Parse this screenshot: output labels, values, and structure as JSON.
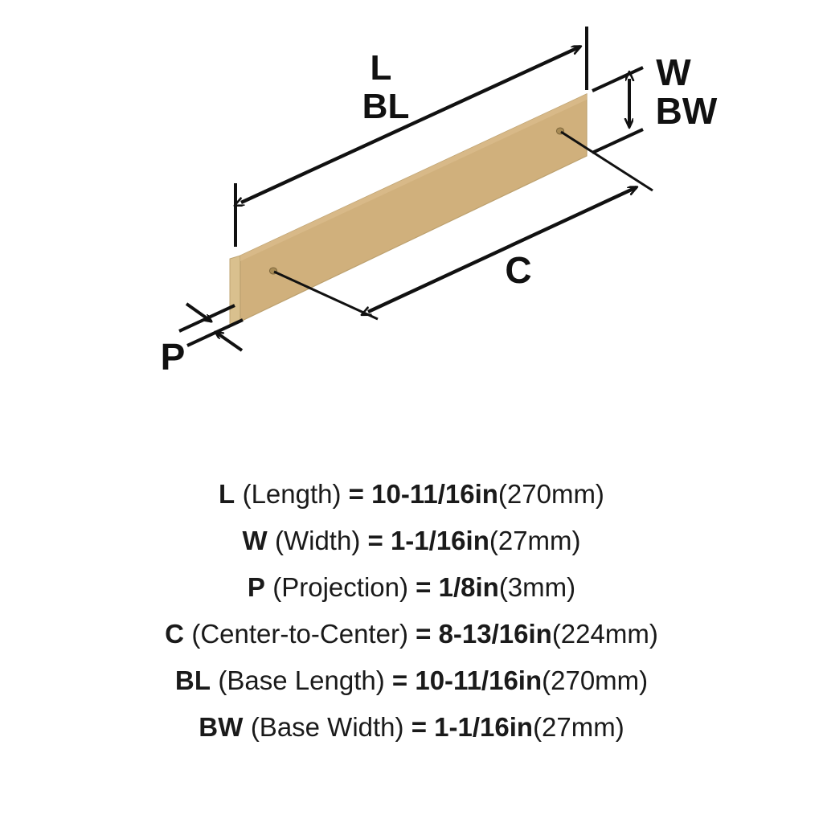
{
  "diagram": {
    "title": "cabinet-pull-dimension-diagram",
    "product_color_hex": "#D0B07C",
    "product_edge_hex": "#DEC characters",
    "labels": [
      {
        "id": "L",
        "text": "L"
      },
      {
        "id": "BL",
        "text": "BL"
      },
      {
        "id": "W",
        "text": "W"
      },
      {
        "id": "BW",
        "text": "BW"
      },
      {
        "id": "C",
        "text": "C"
      },
      {
        "id": "P",
        "text": "P"
      }
    ],
    "callouts": {
      "length_label": "L",
      "base_length_label": "BL",
      "width_label": "W",
      "base_width_label": "BW",
      "center_to_center_label": "C",
      "projection_label": "P"
    }
  },
  "legend": {
    "rows": [
      {
        "key": "L",
        "name": "(Length)",
        "eq": "=",
        "value": "10-11/16in",
        "metric": "(270mm)"
      },
      {
        "key": "W",
        "name": "(Width)",
        "eq": "=",
        "value": "1-1/16in",
        "metric": "(27mm)"
      },
      {
        "key": "P",
        "name": "(Projection)",
        "eq": "=",
        "value": "1/8in",
        "metric": "(3mm)"
      },
      {
        "key": "C",
        "name": "(Center-to-Center)",
        "eq": "=",
        "value": "8-13/16in",
        "metric": "(224mm)"
      },
      {
        "key": "BL",
        "name": "(Base Length)",
        "eq": "=",
        "value": "10-11/16in",
        "metric": "(270mm)"
      },
      {
        "key": "BW",
        "name": "(Base Width)",
        "eq": "=",
        "value": "1-1/16in",
        "metric": "(27mm)"
      }
    ]
  },
  "colors": {
    "background": "#ffffff",
    "ink": "#1a1a1a",
    "product_face": "#D0B07C",
    "product_edge": "#D8BC90",
    "product_outline": "#B59A६8"
  }
}
